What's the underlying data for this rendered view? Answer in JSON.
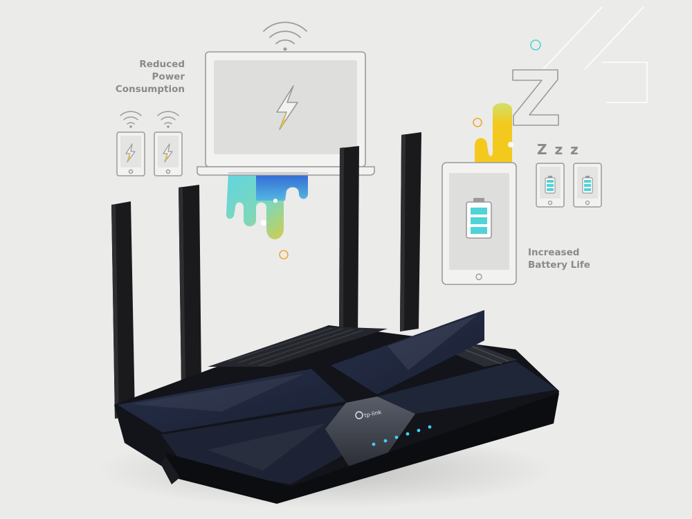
{
  "captions": {
    "power_line1": "Reduced",
    "power_line2": "Power",
    "power_line3": "Consumption",
    "battery_line1": "Increased",
    "battery_line2": "Battery Life"
  },
  "sleep_letters": {
    "big": "Z",
    "small": "Z z z"
  },
  "router": {
    "brand": "tp-link",
    "led_count": 6
  },
  "colors": {
    "background": "#ebebea",
    "line_art": "#9a9a9a",
    "router_body": "#1c2130",
    "led": "#3fd0f0",
    "accent_cyan": "#4fd3d8",
    "accent_yellow": "#f4c91e",
    "accent_orange": "#f0a830",
    "accent_blue": "#2a5bd8",
    "battery_fill": "#4fd3d8"
  },
  "icons": [
    "wifi-icon",
    "laptop-icon",
    "phone-icon",
    "tablet-icon",
    "battery-icon",
    "lightning-icon",
    "sleep-icon",
    "router-icon"
  ]
}
